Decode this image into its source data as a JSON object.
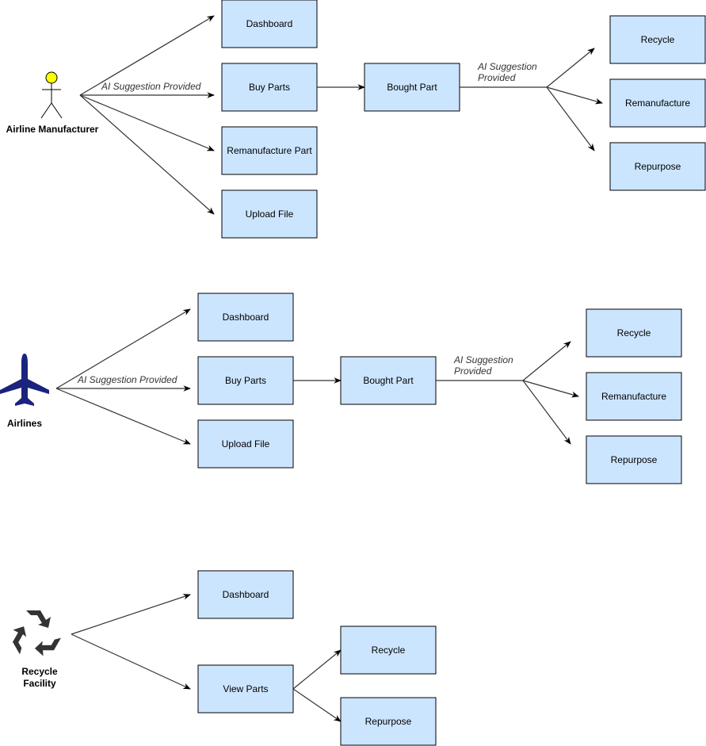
{
  "colors": {
    "box_fill": "#cce5ff",
    "box_stroke": "#000000",
    "edge": "#333333",
    "actor_head": "#ffff00",
    "airplane": "#1a237e",
    "recycle_icon": "#333333"
  },
  "manufacturer": {
    "actor_label": "Airline Manufacturer",
    "edge_label": "AI Suggestion Provided",
    "actions": {
      "dashboard": "Dashboard",
      "buy_parts": "Buy Parts",
      "remanufacture_part": "Remanufacture Part",
      "upload_file": "Upload File"
    },
    "bought_part": "Bought Part",
    "suggestion_label_line1": "AI Suggestion",
    "suggestion_label_line2": "Provided",
    "outcomes": {
      "recycle": "Recycle",
      "remanufacture": "Remanufacture",
      "repurpose": "Repurpose"
    }
  },
  "airlines": {
    "actor_label": "Airlines",
    "edge_label": "AI Suggestion Provided",
    "actions": {
      "dashboard": "Dashboard",
      "buy_parts": "Buy Parts",
      "upload_file": "Upload File"
    },
    "bought_part": "Bought Part",
    "suggestion_label_line1": "AI Suggestion",
    "suggestion_label_line2": "Provided",
    "outcomes": {
      "recycle": "Recycle",
      "remanufacture": "Remanufacture",
      "repurpose": "Repurpose"
    }
  },
  "recycle_facility": {
    "actor_label_line1": "Recycle",
    "actor_label_line2": "Facility",
    "actions": {
      "dashboard": "Dashboard",
      "view_parts": "View Parts"
    },
    "outcomes": {
      "recycle": "Recycle",
      "repurpose": "Repurpose"
    }
  }
}
